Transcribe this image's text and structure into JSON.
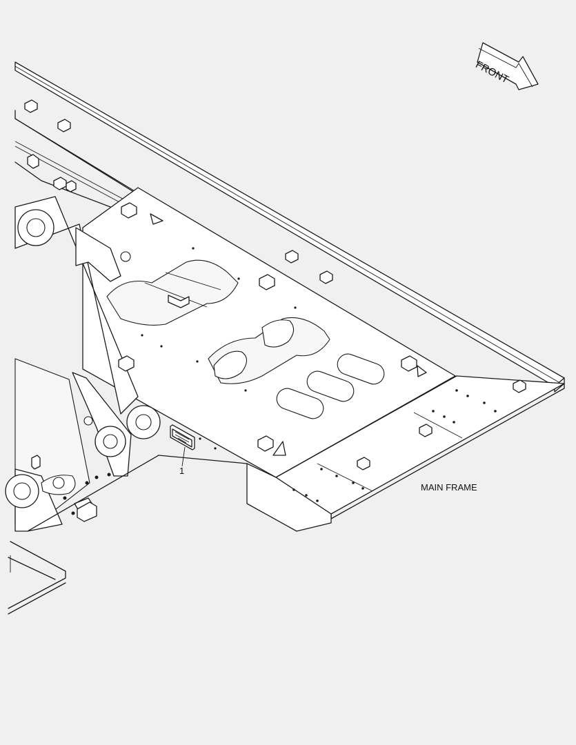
{
  "arrow_label": "FRONT",
  "part_callouts": [
    {
      "number": "1"
    }
  ],
  "assembly_label": "MAIN FRAME"
}
